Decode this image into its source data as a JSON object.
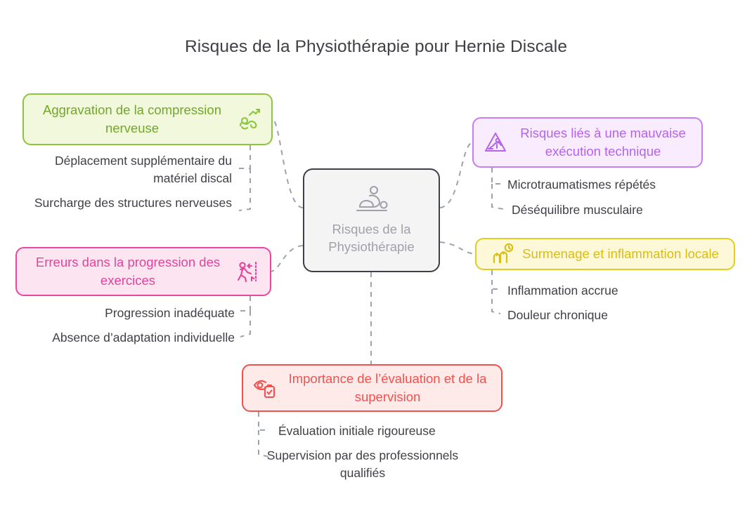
{
  "page": {
    "title": "Risques de la Physiothérapie pour Hernie Discale",
    "background": "#ffffff",
    "text_color": "#3f3f46"
  },
  "center": {
    "label_line1": "Risques de la",
    "label_line2": "Physiothérapie",
    "icon": "massage-therapy-icon",
    "border_color": "#3f3f46",
    "fill_color": "#f4f4f5",
    "text_color": "#a1a1aa"
  },
  "branches": [
    {
      "id": "green",
      "label": "Aggravation de la compression nerveuse",
      "icon": "nerve-compression-trend-up-icon",
      "border_color": "#8cc63f",
      "fill_color": "#f1f8db",
      "text_color": "#72a72b",
      "leaves": [
        "Déplacement supplémentaire du matériel discal",
        "Surcharge des structures nerveuses"
      ]
    },
    {
      "id": "pink",
      "label": "Erreurs dans la progression des exercices",
      "icon": "exercise-progression-icon",
      "border_color": "#e8489f",
      "fill_color": "#fce4f1",
      "text_color": "#e0459a",
      "leaves": [
        "Progression inadéquate",
        "Absence d’adaptation individuelle"
      ]
    },
    {
      "id": "purple",
      "label": "Risques liés à une mauvaise exécution technique",
      "icon": "slip-hazard-warning-icon",
      "border_color": "#c77ef0",
      "fill_color": "#f8ecfe",
      "text_color": "#b563e8",
      "leaves": [
        "Microtraumatismes répétés",
        "Déséquilibre musculaire"
      ]
    },
    {
      "id": "yellow",
      "label": "Surmenage et inflammation locale",
      "icon": "overwork-clock-icon",
      "border_color": "#e3cc24",
      "fill_color": "#fdf8d7",
      "text_color": "#d9bd16",
      "leaves": [
        "Inflammation accrue",
        "Douleur chronique"
      ]
    },
    {
      "id": "red",
      "label": "Importance de l’évaluation et de la supervision",
      "icon": "eye-checklist-icon",
      "border_color": "#ef5350",
      "fill_color": "#fdeae9",
      "text_color": "#ef5350",
      "leaves": [
        "Évaluation initiale rigoureuse",
        "Supervision par des professionnels qualifiés"
      ]
    }
  ],
  "edges": {
    "style": "dashed",
    "color": "#9ca3af"
  }
}
